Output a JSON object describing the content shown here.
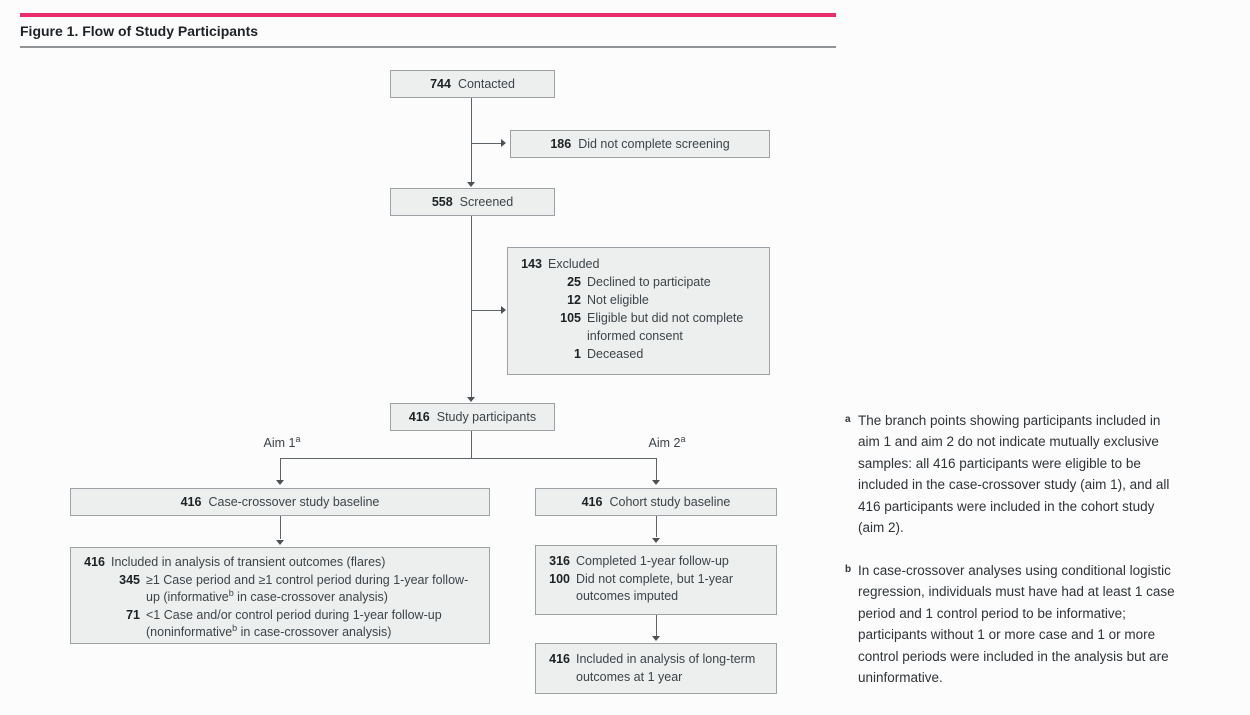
{
  "header": {
    "title": "Figure 1. Flow of Study Participants"
  },
  "flow": {
    "contacted": {
      "num": "744",
      "label": "Contacted"
    },
    "did_not_complete_screening": {
      "num": "186",
      "label": "Did not complete screening"
    },
    "screened": {
      "num": "558",
      "label": "Screened"
    },
    "excluded": {
      "num": "143",
      "label": "Excluded",
      "items": [
        {
          "num": "25",
          "label": "Declined to participate"
        },
        {
          "num": "12",
          "label": "Not eligible"
        },
        {
          "num": "105",
          "label": "Eligible but did not complete informed consent"
        },
        {
          "num": "1",
          "label": "Deceased"
        }
      ]
    },
    "study_participants": {
      "num": "416",
      "label": "Study participants"
    },
    "aim1": {
      "label": "Aim 1",
      "sup": "a"
    },
    "aim2": {
      "label": "Aim 2",
      "sup": "a"
    },
    "case_crossover_baseline": {
      "num": "416",
      "label": "Case-crossover study baseline"
    },
    "cohort_baseline": {
      "num": "416",
      "label": "Cohort study baseline"
    },
    "transient_outcomes": {
      "num": "416",
      "label": "Included in analysis of transient outcomes (flares)",
      "items": [
        {
          "num": "345",
          "pre": "≥1 Case period and ≥1 control period during 1-year follow-up (informative",
          "sup": "b",
          "post": " in case-crossover analysis)"
        },
        {
          "num": "71",
          "pre": "<1 Case and/or control period during 1-year follow-up (noninformative",
          "sup": "b",
          "post": " in case-crossover analysis)"
        }
      ]
    },
    "cohort_followup": {
      "items": [
        {
          "num": "316",
          "label": "Completed 1-year follow-up"
        },
        {
          "num": "100",
          "label": "Did not complete, but 1-year outcomes imputed"
        }
      ]
    },
    "longterm_outcomes": {
      "num": "416",
      "label": "Included in analysis of long-term outcomes at 1 year"
    }
  },
  "footnotes": [
    {
      "marker": "a",
      "lines": [
        "The branch points showing participants included in",
        "aim 1 and aim 2 do not indicate mutually exclusive",
        "samples: all 416 participants were eligible to be",
        "included in the case-crossover study (aim 1), and all",
        "416 participants were included in the cohort study",
        "(aim 2)."
      ]
    },
    {
      "marker": "b",
      "lines": [
        "In case-crossover analyses using conditional logistic",
        "regression, individuals must have had at least 1 case",
        "period and 1 control period to be informative;",
        "participants without 1 or more case and 1 or more",
        "control periods were included in the analysis but are",
        "uninformative."
      ]
    }
  ],
  "colors": {
    "accent": "#e82c6e",
    "box_fill": "#edefef",
    "box_border": "#9ba1a4",
    "connector": "#5d6468",
    "title_rule": "#909496"
  }
}
